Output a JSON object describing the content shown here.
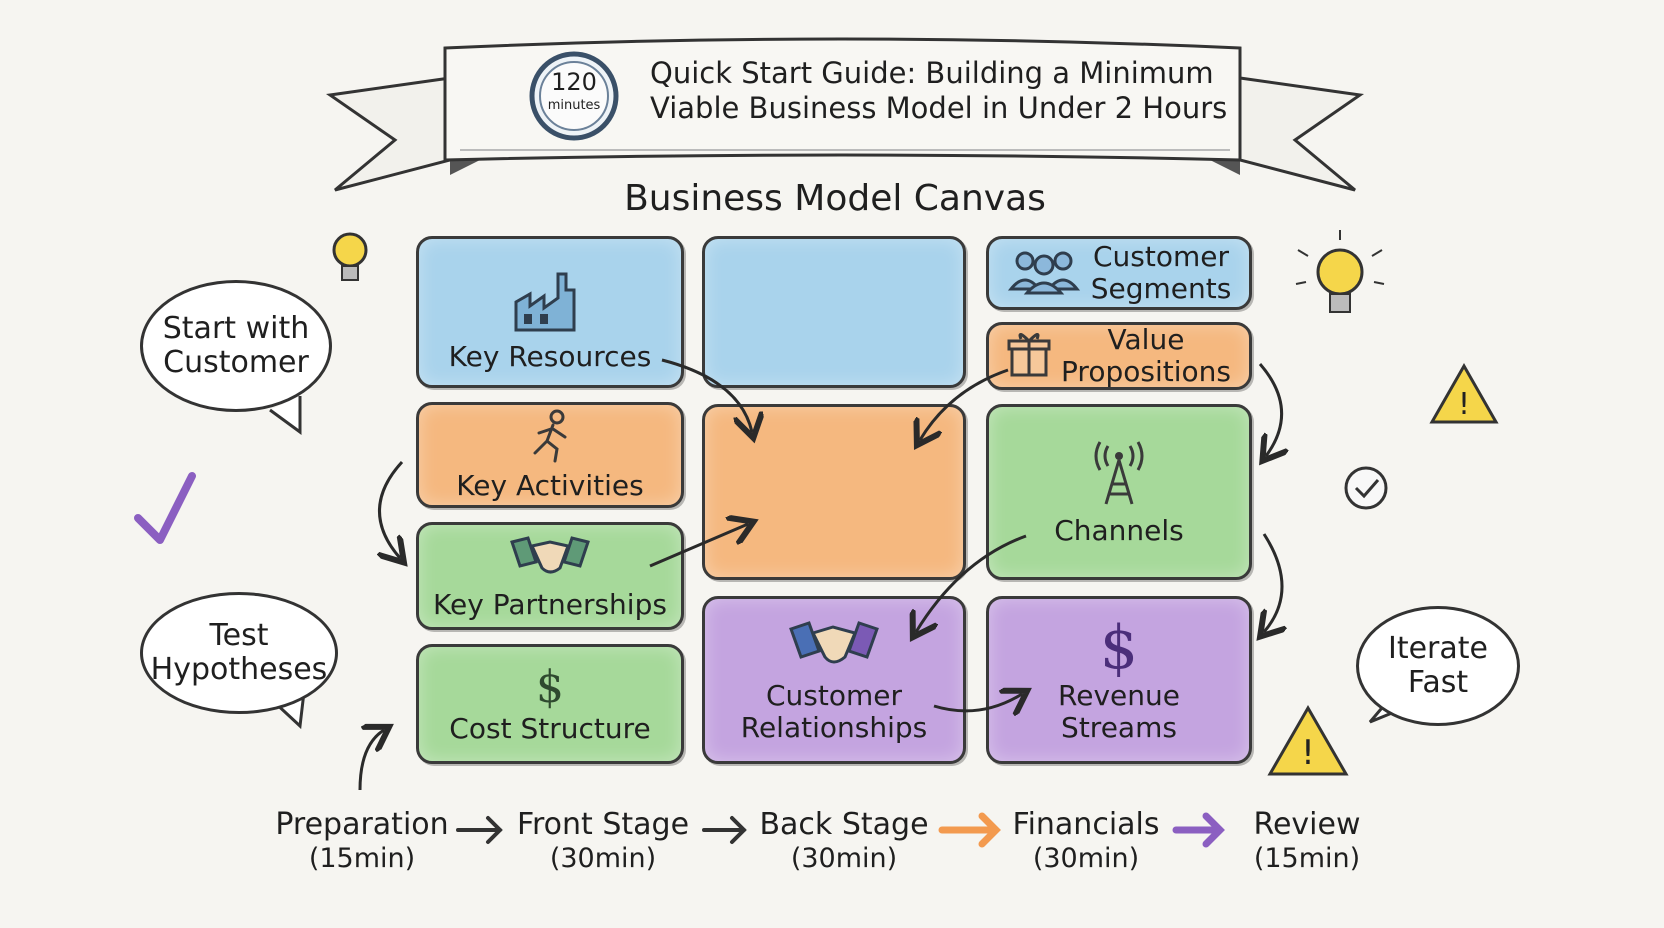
{
  "header": {
    "timer_number": "120",
    "timer_unit": "minutes",
    "title_line1": "Quick Start Guide: Building a Minimum",
    "title_line2": "Viable Business Model in Under 2 Hours"
  },
  "canvas_title": "Business Model Canvas",
  "blocks": {
    "key_resources": "Key Resources",
    "key_activities": "Key Activities",
    "key_partnerships": "Key Partnerships",
    "cost_structure": "Cost Structure",
    "customer_segments_1": "Customer",
    "customer_segments_2": "Segments",
    "value_propositions_1": "Value",
    "value_propositions_2": "Propositions",
    "channels": "Channels",
    "customer_relationships_1": "Customer",
    "customer_relationships_2": "Relationships",
    "revenue_streams_1": "Revenue",
    "revenue_streams_2": "Streams"
  },
  "bubbles": {
    "start_1": "Start with",
    "start_2": "Customer",
    "test_1": "Test",
    "test_2": "Hypotheses",
    "iterate_1": "Iterate",
    "iterate_2": "Fast"
  },
  "timeline": [
    {
      "label": "Preparation",
      "duration": "(15min)"
    },
    {
      "label": "Front Stage",
      "duration": "(30min)"
    },
    {
      "label": "Back Stage",
      "duration": "(30min)"
    },
    {
      "label": "Financials",
      "duration": "(30min)"
    },
    {
      "label": "Review",
      "duration": "(15min)"
    }
  ],
  "icons": [
    "factory-icon",
    "running-person-icon",
    "handshake-icon",
    "dollar-icon",
    "people-group-icon",
    "gift-icon",
    "antenna-tower-icon",
    "lightbulb-icon",
    "warning-icon",
    "checkmark-icon",
    "check-circle-icon",
    "timer-icon"
  ],
  "colors": {
    "blue": "#a9d3ec",
    "orange": "#f5b87f",
    "green": "#a6d99a",
    "purple": "#c4a4e0",
    "arrow_orange": "#f39a4f",
    "arrow_purple": "#8b5fc1"
  }
}
